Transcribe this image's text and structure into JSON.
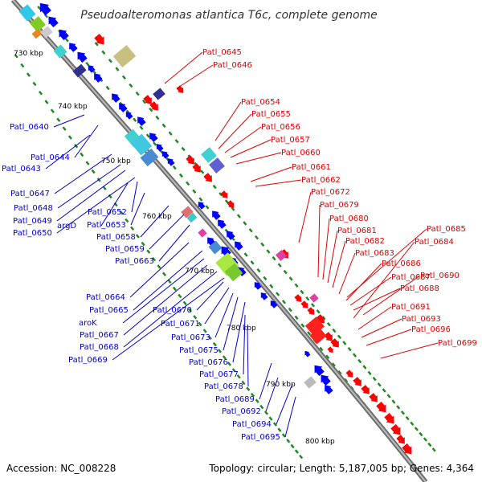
{
  "title": "Pseudoalteromonas atlantica T6c, complete genome",
  "footer": {
    "accession": "Accession: NC_008228",
    "summary": "Topology: circular; Length: 5,187,005 bp; Genes: 4,364"
  },
  "colors": {
    "backbone": "#888888",
    "forward_genes": "#ff0000",
    "reverse_genes": "#0000ff",
    "forward_labels": "#e00000",
    "reverse_labels": "#0000cc",
    "track_dots": "#228822"
  },
  "kbp_ticks": [
    "730 kbp",
    "740 kbp",
    "750 kbp",
    "760 kbp",
    "770 kbp",
    "780 kbp",
    "790 kbp",
    "800 kbp"
  ],
  "labels_right": [
    "Patl_0645",
    "Patl_0646",
    "Patl_0654",
    "Patl_0655",
    "Patl_0656",
    "Patl_0657",
    "Patl_0660",
    "Patl_0661",
    "Patl_0662",
    "Patl_0672",
    "Patl_0679",
    "Patl_0680",
    "Patl_0681",
    "Patl_0682",
    "Patl_0683",
    "Patl_0684",
    "Patl_0685",
    "Patl_0686",
    "Patl_0687",
    "Patl_0688",
    "Patl_0690",
    "Patl_0691",
    "Patl_0693",
    "Patl_0696",
    "Patl_0699"
  ],
  "labels_left": [
    "Patl_0640",
    "Patl_0644",
    "Patl_0643",
    "Patl_0647",
    "Patl_0648",
    "Patl_0649",
    "Patl_0650",
    "argD",
    "Patl_0652",
    "Patl_0653",
    "Patl_0658",
    "Patl_0659",
    "Patl_0663",
    "Patl_0664",
    "Patl_0665",
    "aroK",
    "Patl_0667",
    "Patl_0668",
    "Patl_0669",
    "Patl_0670",
    "Patl_0671",
    "Patl_0673",
    "Patl_0675",
    "Patl_0676",
    "Patl_0677",
    "Patl_0678",
    "Patl_0689",
    "Patl_0692",
    "Patl_0694",
    "Patl_0695"
  ]
}
